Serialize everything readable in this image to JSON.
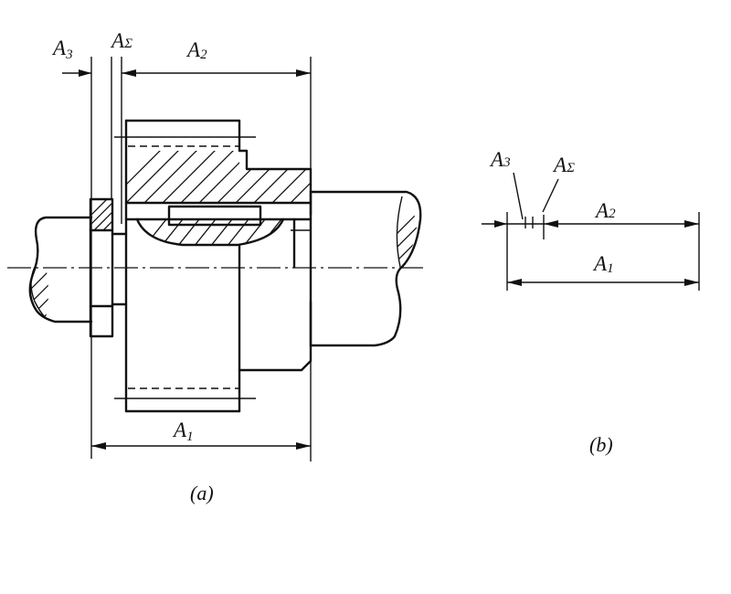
{
  "figure": {
    "view_a": {
      "caption": "(a)",
      "labels": {
        "a3": {
          "letter": "A",
          "sub": "3"
        },
        "a_sigma": {
          "letter": "A",
          "sub": "Σ"
        },
        "a2": {
          "letter": "A",
          "sub": "2"
        },
        "a1": {
          "letter": "A",
          "sub": "1"
        }
      }
    },
    "view_b": {
      "caption": "(b)",
      "labels": {
        "a3": {
          "letter": "A",
          "sub": "3"
        },
        "a_sigma": {
          "letter": "A",
          "sub": "Σ"
        },
        "a2": {
          "letter": "A",
          "sub": "2"
        },
        "a1": {
          "letter": "A",
          "sub": "1"
        }
      }
    }
  }
}
